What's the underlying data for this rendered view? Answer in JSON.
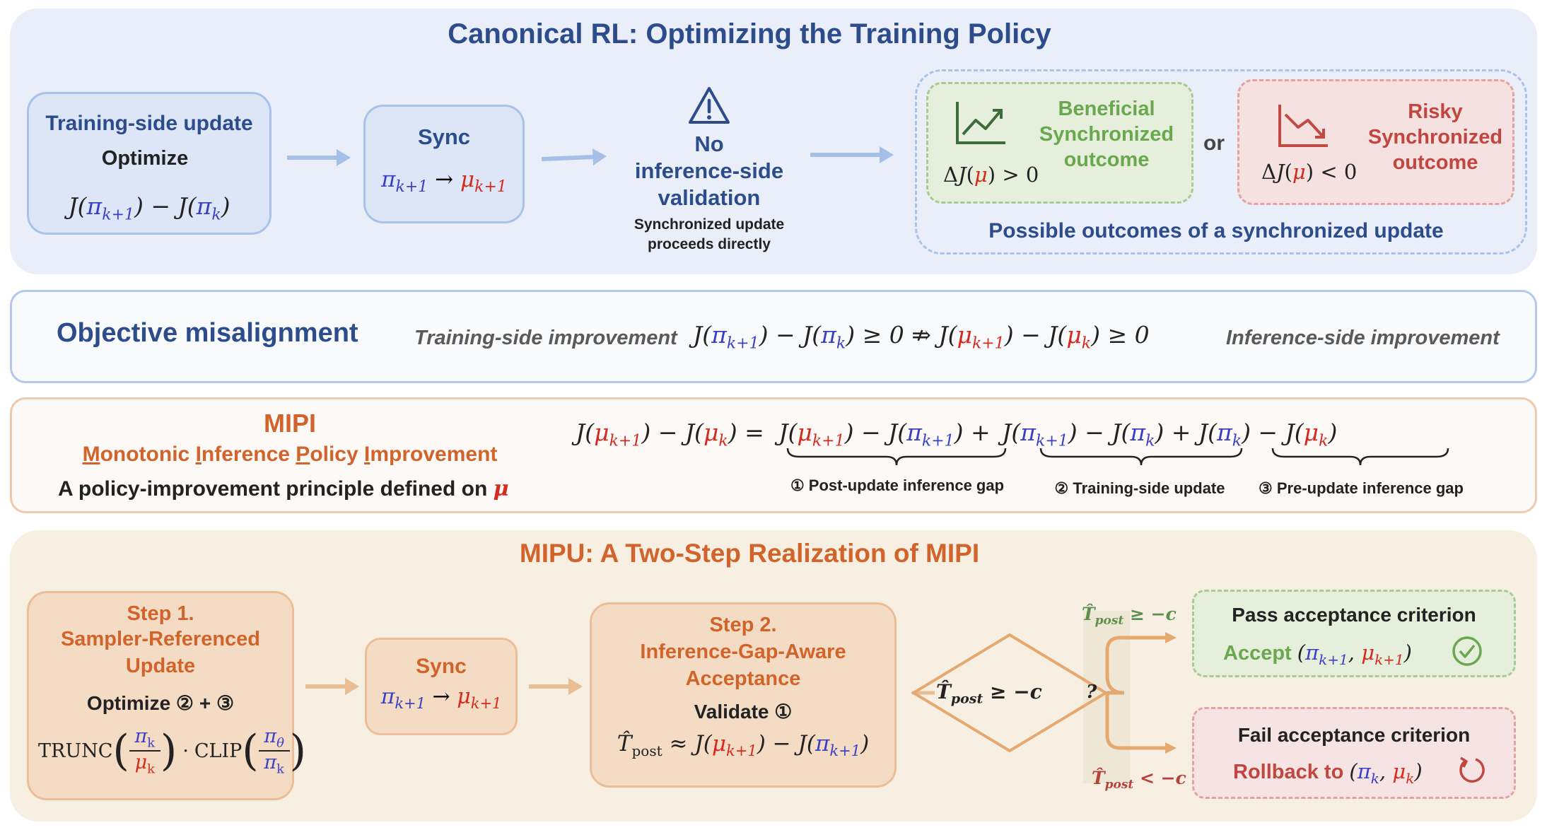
{
  "canonical": {
    "title": "Canonical RL: Optimizing the Training Policy",
    "training_box": {
      "title": "Training-side update",
      "subtitle": "Optimize"
    },
    "sync_label": "Sync",
    "no_validation": {
      "line1": "No",
      "line2": "inference-side",
      "line3": "validation",
      "note1": "Synchronized update",
      "note2": "proceeds directly"
    },
    "beneficial": {
      "line1": "Beneficial",
      "line2": "Synchronized",
      "line3": "outcome"
    },
    "or_label": "or",
    "risky": {
      "line1": "Risky",
      "line2": "Synchronized",
      "line3": "outcome"
    },
    "outcomes_caption": "Possible outcomes of a synchronized update"
  },
  "misalignment": {
    "title": "Objective misalignment",
    "training_label": "Training-side improvement",
    "inference_label": "Inference-side improvement"
  },
  "mipi": {
    "title": "MIPI",
    "full_name": "Monotonic Inference Policy Improvement",
    "principle": "A policy-improvement principle defined on",
    "term1_label": "① Post-update inference gap",
    "term2_label": "② Training-side update",
    "term3_label": "③ Pre-update inference gap"
  },
  "mipu": {
    "title": "MIPU: A Two-Step Realization of MIPI",
    "step1": {
      "line1": "Step 1.",
      "line2": "Sampler-Referenced",
      "line3": "Update",
      "optimize": "Optimize ② + ③"
    },
    "sync_label": "Sync",
    "step2": {
      "line1": "Step 2.",
      "line2": "Inference-Gap-Aware",
      "line3": "Acceptance",
      "validate": "Validate ①"
    },
    "pass": {
      "title": "Pass acceptance criterion",
      "action": "Accept"
    },
    "fail": {
      "title": "Fail acceptance criterion",
      "action": "Rollback to"
    }
  },
  "colors": {
    "navy": "#2d4c8c",
    "orange": "#d2632b",
    "green": "#6aa84f",
    "red_text": "#c0463f",
    "math_blue": "#3a3fc8",
    "math_red": "#d62a1f"
  },
  "icons": [
    "warning-icon",
    "trend-up-icon",
    "trend-down-icon",
    "check-circle-icon",
    "rollback-icon"
  ]
}
